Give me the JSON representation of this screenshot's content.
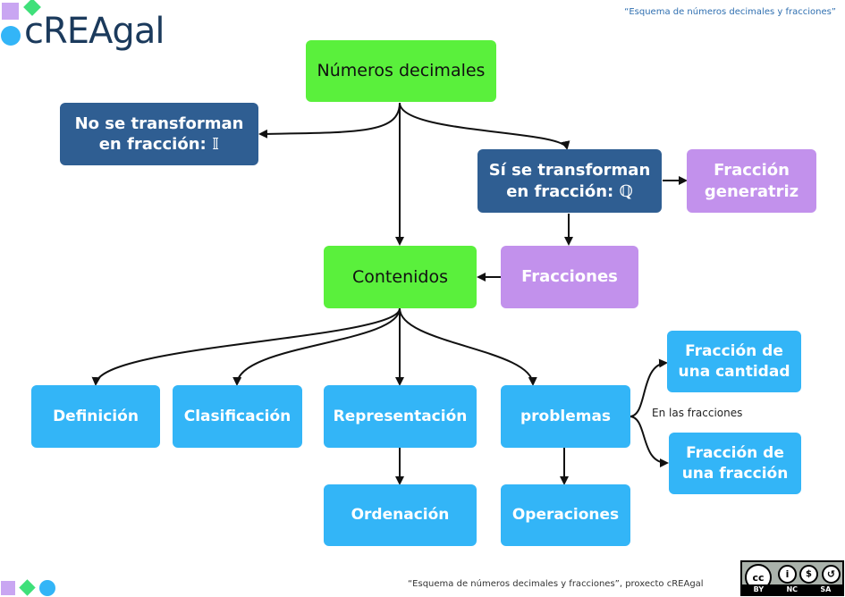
{
  "header": {
    "logo_text": "cREAgal",
    "title": "“Esquema de números decimales y fracciones”"
  },
  "footer": {
    "credit": "“Esquema de números decimales y fracciones”, proxecto cREAgal",
    "license_labels": [
      "BY",
      "NC",
      "SA"
    ]
  },
  "colors": {
    "green": "#5af03c",
    "dark_blue": "#2f5e92",
    "purple": "#c291ec",
    "light_blue": "#33b5f7"
  },
  "nodes": {
    "numeros_decimales": "Números decimales",
    "no_transforman": "No se transforman\nen fracción: 𝕀",
    "si_transforman": "Sí se transforman\nen fracción: ℚ",
    "fraccion_generatriz": "Fracción\ngeneratriz",
    "contenidos": "Contenidos",
    "fracciones": "Fracciones",
    "definicion": "Definición",
    "clasificacion": "Clasificación",
    "representacion": "Representación",
    "problemas": "problemas",
    "ordenacion": "Ordenación",
    "operaciones": "Operaciones",
    "fraccion_cantidad": "Fracción de\nuna cantidad",
    "fraccion_fraccion": "Fracción de\nuna fracción"
  },
  "edge_labels": {
    "en_las_fracciones": "En las fracciones"
  }
}
